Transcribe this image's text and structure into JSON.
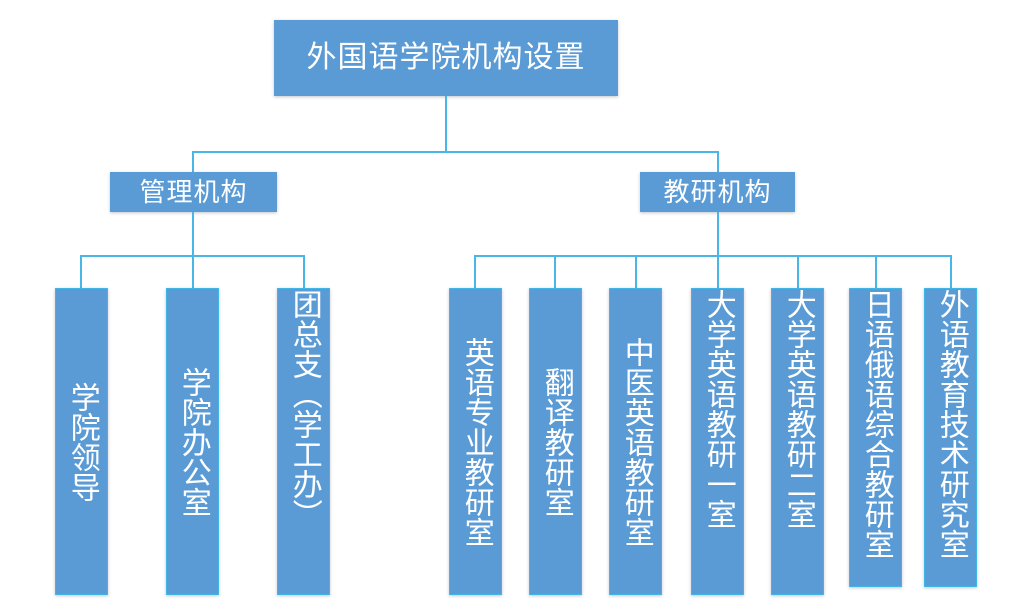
{
  "diagram": {
    "title_node": {
      "label": "外国语学院机构设置"
    },
    "branches": [
      {
        "id": "admin",
        "label": "管理机构",
        "children": [
          {
            "label": "学院领导"
          },
          {
            "label": "学院办公室"
          },
          {
            "label": "团总支（学工办）"
          }
        ]
      },
      {
        "id": "teaching-research",
        "label": "教研机构",
        "children": [
          {
            "label": "英语专业教研室"
          },
          {
            "label": "翻译教研室"
          },
          {
            "label": "中医英语教研室"
          },
          {
            "label": "大学英语教研一室"
          },
          {
            "label": "大学英语教研二室"
          },
          {
            "label": "日语俄语综合教研室"
          },
          {
            "label": "外语教育技术研究室"
          }
        ]
      }
    ],
    "colors": {
      "node_fill": "#5B9BD5",
      "node_outline": "#41B6E6",
      "connector": "#49B6E8",
      "text": "#FFFFFF",
      "background": "#FFFFFF"
    }
  }
}
